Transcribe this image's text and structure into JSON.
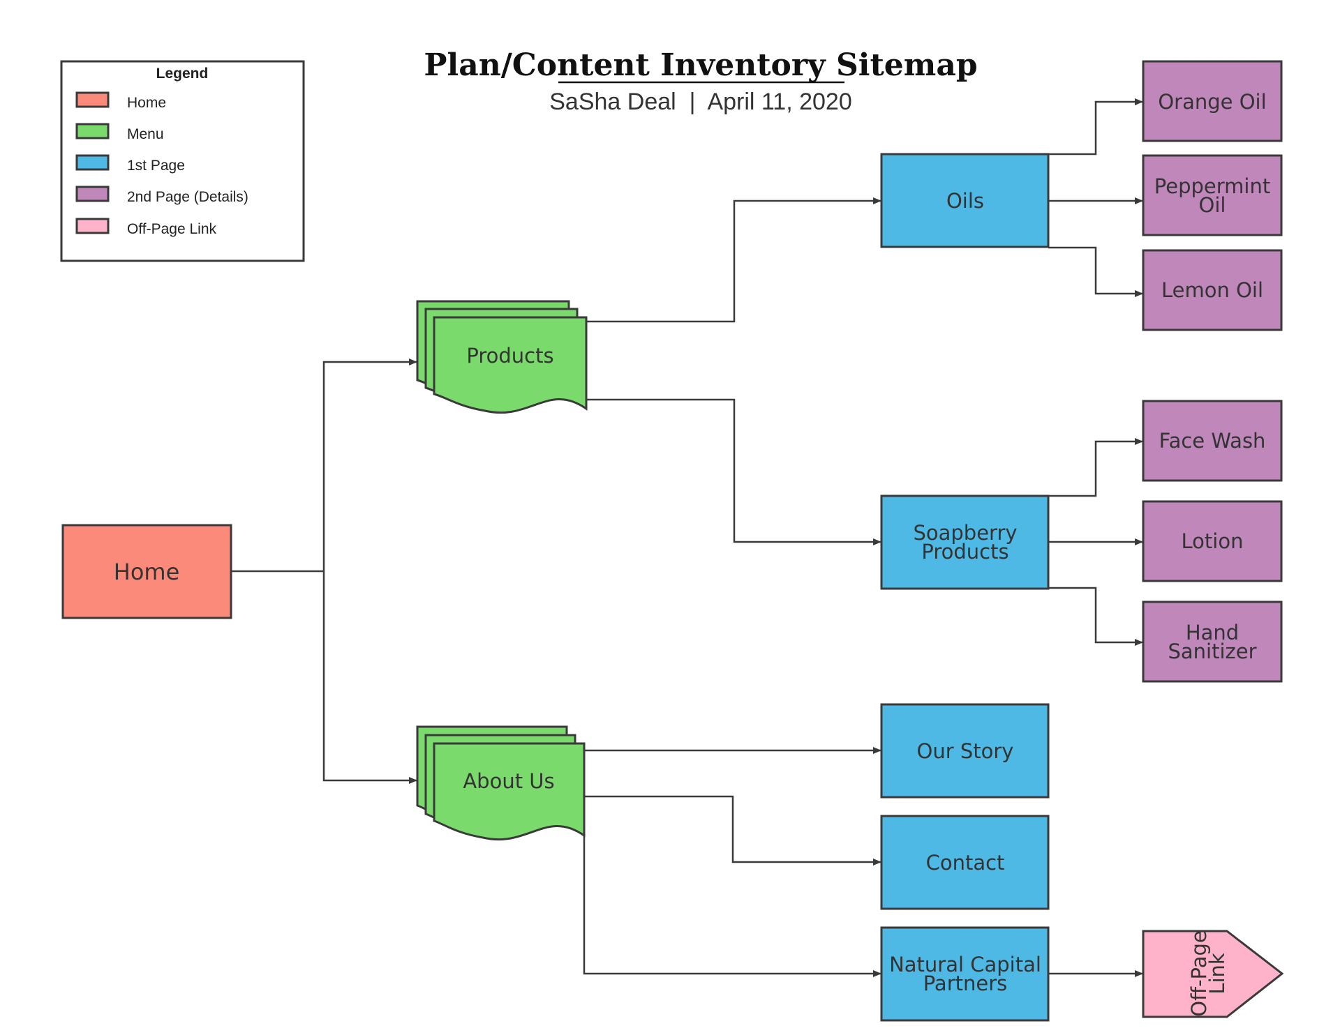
{
  "title": "Plan/Content Inventory Sitemap",
  "subtitle": "SaSha Deal  |  April 11, 2020",
  "colors": {
    "home": "#fb8a7b",
    "menu": "#7ada6c",
    "first_page": "#4fb9e6",
    "second_page": "#c087ba",
    "off_page": "#feb3ca",
    "stroke": "#3a3a3a"
  },
  "legend": {
    "title": "Legend",
    "items": [
      {
        "label": "Home",
        "color": "#fb8a7b"
      },
      {
        "label": "Menu",
        "color": "#7ada6c"
      },
      {
        "label": "1st Page",
        "color": "#4fb9e6"
      },
      {
        "label": "2nd Page (Details)",
        "color": "#c087ba"
      },
      {
        "label": "Off-Page Link",
        "color": "#feb3ca"
      }
    ]
  },
  "nodes": {
    "home": {
      "label": "Home"
    },
    "products": {
      "label": "Products"
    },
    "about_us": {
      "label": "About Us"
    },
    "oils": {
      "label": "Oils"
    },
    "soapberry_products": {
      "line1": "Soapberry",
      "line2": "Products"
    },
    "our_story": {
      "label": "Our Story"
    },
    "contact": {
      "label": "Contact"
    },
    "natural_capital_partners": {
      "line1": "Natural Capital",
      "line2": "Partners"
    },
    "orange_oil": {
      "label": "Orange Oil"
    },
    "peppermint_oil": {
      "line1": "Peppermint",
      "line2": "Oil"
    },
    "lemon_oil": {
      "label": "Lemon Oil"
    },
    "face_wash": {
      "label": "Face Wash"
    },
    "lotion": {
      "label": "Lotion"
    },
    "hand_sanitizer": {
      "line1": "Hand",
      "line2": "Sanitizer"
    },
    "off_page_link": {
      "line1": "Off-Page",
      "line2": "Link"
    }
  }
}
